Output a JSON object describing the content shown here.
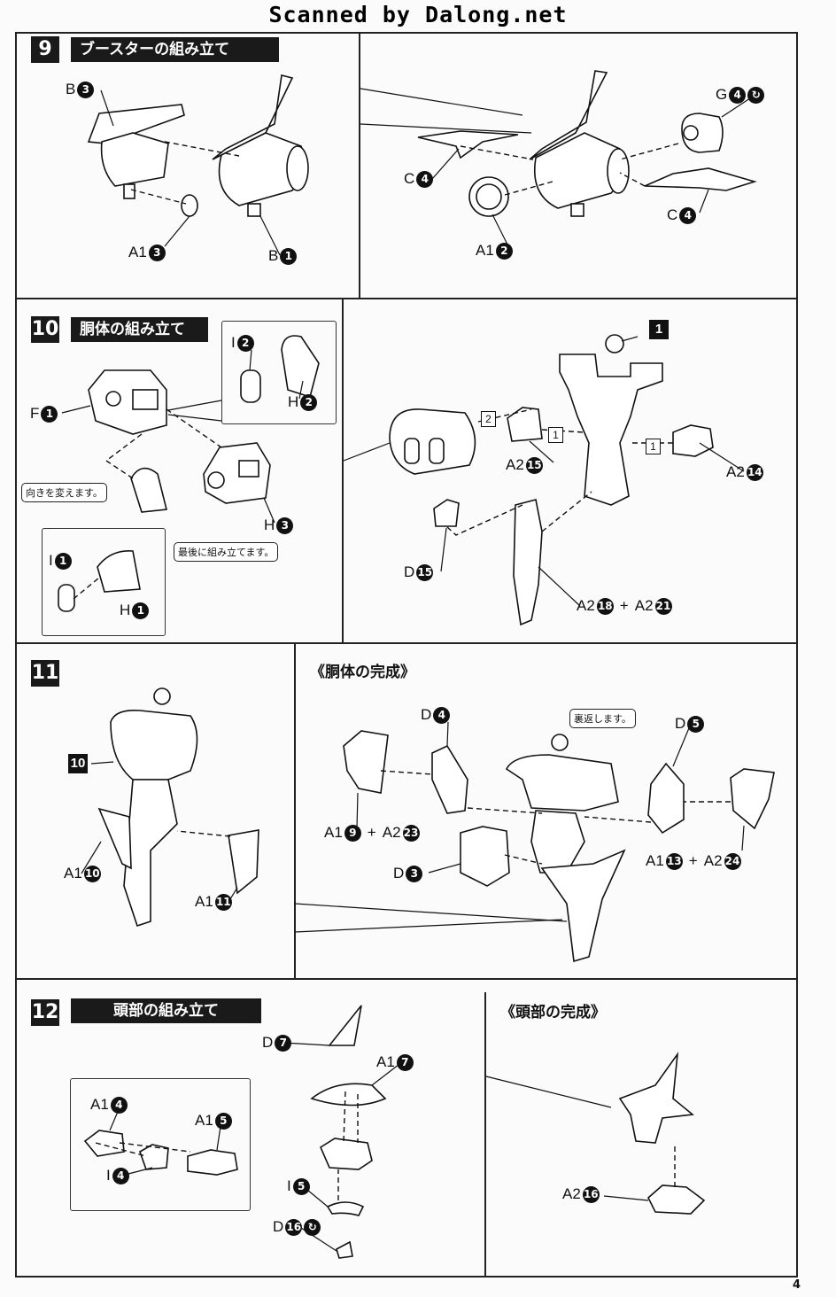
{
  "header": {
    "watermark": "Scanned by Dalong.net"
  },
  "step9": {
    "number": "9",
    "title": "ブースターの組み立て",
    "labels": {
      "b3": "B",
      "b3n": "3",
      "a13": "A1",
      "a13n": "3",
      "b1": "B",
      "b1n": "1",
      "g4": "G",
      "g4n": "4",
      "c4a": "C",
      "c4an": "4",
      "c4b": "C",
      "c4bn": "4",
      "a12": "A1",
      "a12n": "2"
    }
  },
  "step10": {
    "number": "10",
    "title": "胴体の組み立て",
    "labels": {
      "f1": "F",
      "f1n": "1",
      "i2": "I",
      "i2n": "2",
      "h2": "H",
      "h2n": "2",
      "h3": "H",
      "h3n": "3",
      "i1": "I",
      "i1n": "1",
      "h1": "H",
      "h1n": "1",
      "a215": "A2",
      "a215n": "15",
      "a214": "A2",
      "a214n": "14",
      "d15": "D",
      "d15n": "15",
      "a218": "A2",
      "a218n": "18",
      "plus": "+",
      "a221": "A2",
      "a221n": "21",
      "part1": "1",
      "box2": "2",
      "box1a": "1",
      "box1b": "1"
    },
    "notes": {
      "turn": "向きを変えます。",
      "last": "最後に組み立てます。"
    }
  },
  "step11": {
    "number": "11",
    "subtitle": "《胴体の完成》",
    "labels": {
      "ref10": "10",
      "a110": "A1",
      "a110n": "10",
      "a111": "A1",
      "a111n": "11",
      "d4": "D",
      "d4n": "4",
      "d5": "D",
      "d5n": "5",
      "a19": "A1",
      "a19n": "9",
      "plus1": "+",
      "a223": "A2",
      "a223n": "23",
      "d3": "D",
      "d3n": "3",
      "a113": "A1",
      "a113n": "13",
      "plus2": "+",
      "a224": "A2",
      "a224n": "24"
    },
    "notes": {
      "flip": "裏返します。"
    }
  },
  "step12": {
    "number": "12",
    "title": "頭部の組み立て",
    "subtitle": "《頭部の完成》",
    "labels": {
      "d7": "D",
      "d7n": "7",
      "a17": "A1",
      "a17n": "7",
      "a14": "A1",
      "a14n": "4",
      "a15": "A1",
      "a15n": "5",
      "i4": "I",
      "i4n": "4",
      "i5": "I",
      "i5n": "5",
      "d16": "D",
      "d16n": "16",
      "a216": "A2",
      "a216n": "16"
    }
  },
  "footer": {
    "page": "4"
  }
}
